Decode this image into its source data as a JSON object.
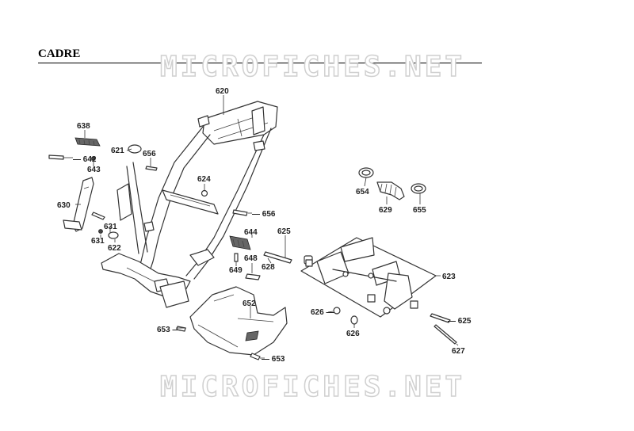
{
  "title": "CADRE",
  "watermark": "MICROFICHES.NET",
  "labels": {
    "p620": "620",
    "p638": "638",
    "p621": "621",
    "p656": "656",
    "p656_dash": "— 656",
    "p642_dash": "— 642",
    "p643": "643",
    "p624": "624",
    "p630": "630",
    "p631": "631",
    "p622": "622",
    "p644": "644",
    "p625": "625",
    "p625_dash": "— 625",
    "p648": "648",
    "p649": "649",
    "p628": "628",
    "p623": "623",
    "p652": "652",
    "p626": "626",
    "p626_dash": "626 —",
    "p627": "627",
    "p653_dash": "653 —",
    "p653_lead": "— 653",
    "p654": "654",
    "p629": "629",
    "p655": "655"
  }
}
